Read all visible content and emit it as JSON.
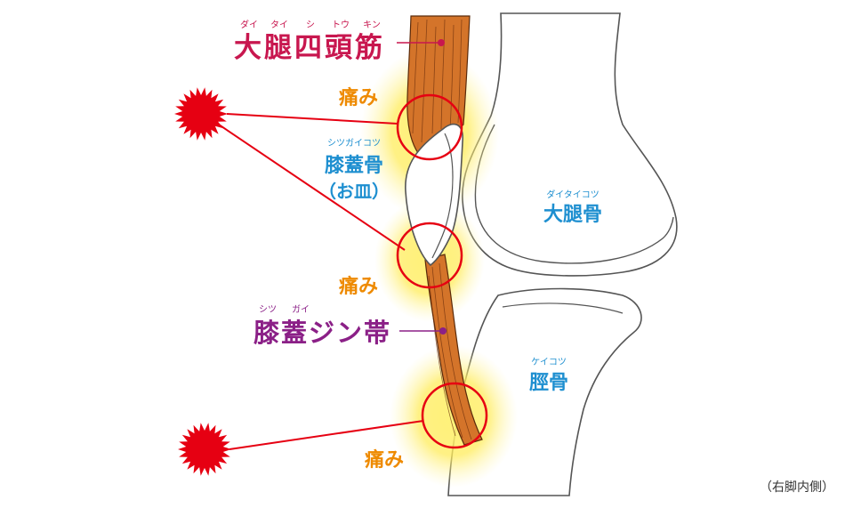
{
  "colors": {
    "muscle_label": "#c8174f",
    "pain_label": "#ee8a00",
    "bone_label": "#1e8fd0",
    "ligament_label": "#8b2087",
    "pain_marker": "#e60012",
    "tissue": "#d4742a",
    "glow": "#ffe94a"
  },
  "labels": {
    "quadriceps": {
      "text": "大腿四頭筋",
      "ruby": [
        "ダイ",
        "タイ",
        "シ",
        "トウ",
        "キン"
      ]
    },
    "patella": {
      "ruby": "シツガイコツ",
      "text": "膝蓋骨",
      "subtext": "（お皿）"
    },
    "femur": {
      "ruby": "ダイタイコツ",
      "text": "大腿骨"
    },
    "patellar_ligament": {
      "ruby": [
        "シツ",
        "ガイ"
      ],
      "text": "膝蓋ジン帯"
    },
    "tibia": {
      "ruby": "ケイコツ",
      "text": "脛骨"
    },
    "pain": [
      "痛み",
      "痛み",
      "痛み"
    ],
    "caption": "（右脚内側）"
  }
}
